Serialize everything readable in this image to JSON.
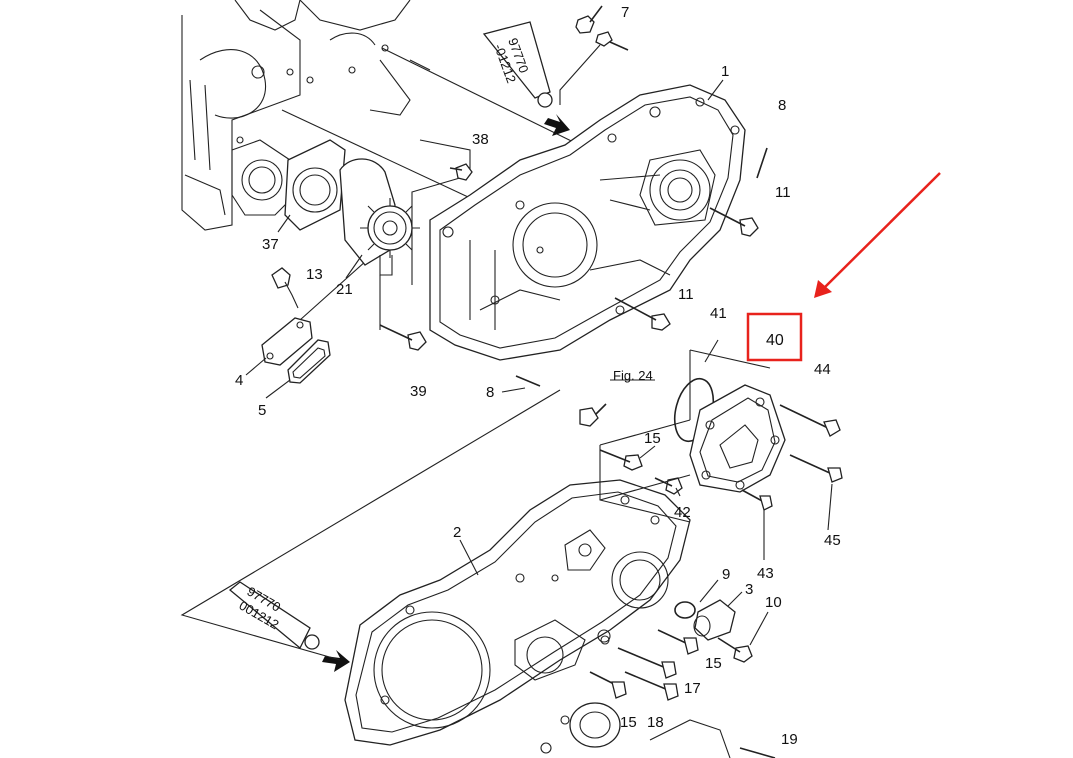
{
  "parts": {
    "p1": "1",
    "p2": "2",
    "p3": "3",
    "p4": "4",
    "p5": "5",
    "p7": "7",
    "p8a": "8",
    "p8b": "8",
    "p9": "9",
    "p10": "10",
    "p11a": "11",
    "p11b": "11",
    "p13": "13",
    "p15a": "15",
    "p15b": "15",
    "p15c": "15",
    "p17": "17",
    "p18": "18",
    "p19": "19",
    "p21": "21",
    "p37": "37",
    "p38": "38",
    "p39": "39",
    "p40": "40",
    "p41": "41",
    "p42": "42",
    "p43": "43",
    "p44": "44",
    "p45": "45"
  },
  "fig_ref": "Fig. 24",
  "sealant_tube": {
    "line1": "97770",
    "line2": "-01212"
  },
  "sealant_tube_bottom": {
    "line1": "97770",
    "line2": "001212"
  },
  "highlight": {
    "part": "40",
    "box_color": "#e8221c",
    "arrow_color": "#e8221c"
  }
}
